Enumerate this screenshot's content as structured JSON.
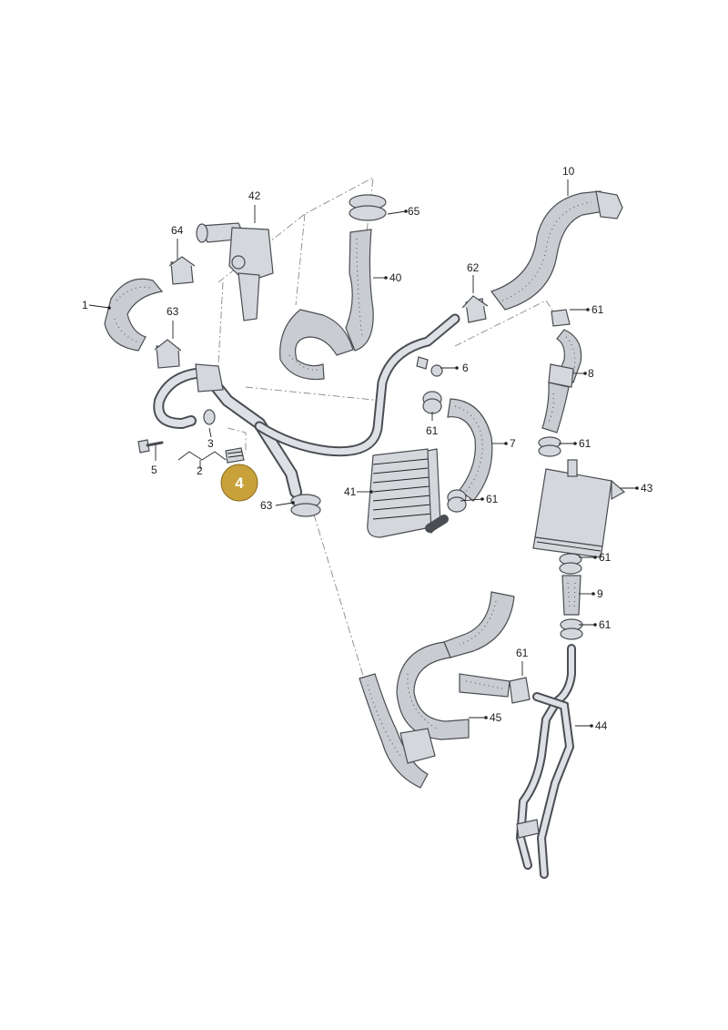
{
  "diagram": {
    "callouts": [
      {
        "id": "c1",
        "text": "1"
      },
      {
        "id": "c2",
        "text": "2"
      },
      {
        "id": "c3",
        "text": "3"
      },
      {
        "id": "c5",
        "text": "5"
      },
      {
        "id": "c6",
        "text": "6"
      },
      {
        "id": "c7",
        "text": "7"
      },
      {
        "id": "c8",
        "text": "8"
      },
      {
        "id": "c9",
        "text": "9"
      },
      {
        "id": "c10",
        "text": "10"
      },
      {
        "id": "c40",
        "text": "40"
      },
      {
        "id": "c41",
        "text": "41"
      },
      {
        "id": "c42",
        "text": "42"
      },
      {
        "id": "c43",
        "text": "43"
      },
      {
        "id": "c44",
        "text": "44"
      },
      {
        "id": "c45",
        "text": "45"
      },
      {
        "id": "c61a",
        "text": "61"
      },
      {
        "id": "c61b",
        "text": "61"
      },
      {
        "id": "c61c",
        "text": "61"
      },
      {
        "id": "c61d",
        "text": "61"
      },
      {
        "id": "c61e",
        "text": "61"
      },
      {
        "id": "c61f",
        "text": "61"
      },
      {
        "id": "c61g",
        "text": "61"
      },
      {
        "id": "c62",
        "text": "62"
      },
      {
        "id": "c63a",
        "text": "63"
      },
      {
        "id": "c63b",
        "text": "63"
      },
      {
        "id": "c64",
        "text": "64"
      },
      {
        "id": "c65",
        "text": "65"
      }
    ],
    "highlight": {
      "text": "4",
      "color": "#c9a13b"
    }
  }
}
